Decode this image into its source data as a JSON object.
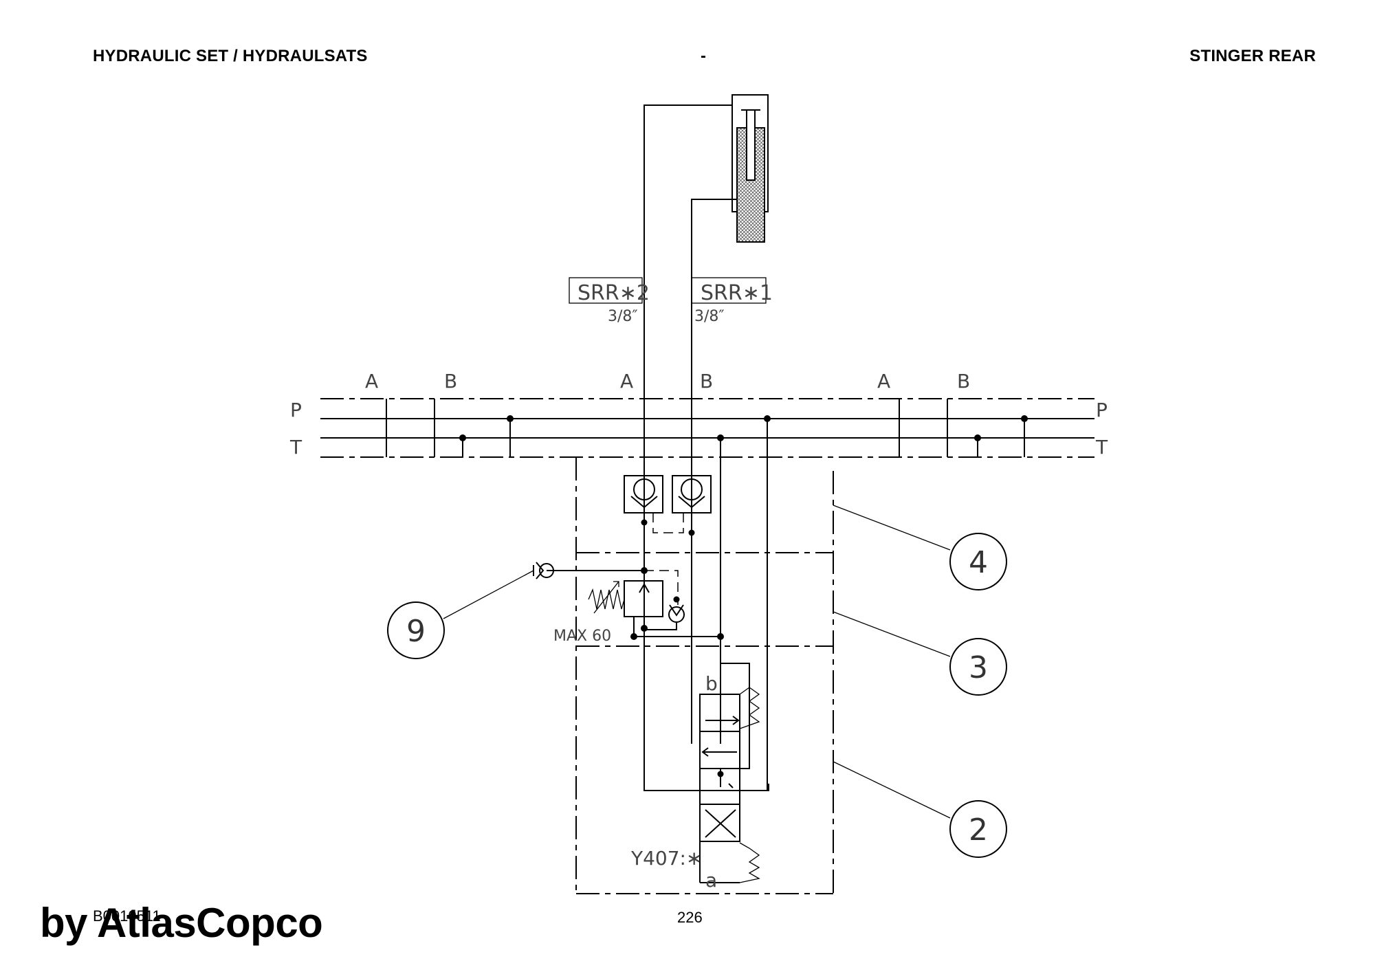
{
  "header": {
    "left_title": "HYDRAULIC SET / HYDRAULSATS",
    "center": "-",
    "right_title": "STINGER REAR"
  },
  "diagram": {
    "hose_labels": [
      {
        "name": "SRR∗2",
        "size": "3/8″"
      },
      {
        "name": "SRR∗1",
        "size": "3/8″"
      }
    ],
    "port_letters": [
      "A",
      "B",
      "A",
      "B",
      "A",
      "B"
    ],
    "rail_left": {
      "p": "P",
      "t": "T"
    },
    "rail_right": {
      "p": "P",
      "t": "T"
    },
    "relief_setting": "MAX 60",
    "solenoid": {
      "name": "Y407:∗",
      "side_a": "a",
      "side_b": "b"
    },
    "callouts": [
      "4",
      "3",
      "2",
      "9"
    ]
  },
  "footer": {
    "code": "B0010511",
    "page_number": "226",
    "watermark": "by AtlasCopco"
  }
}
